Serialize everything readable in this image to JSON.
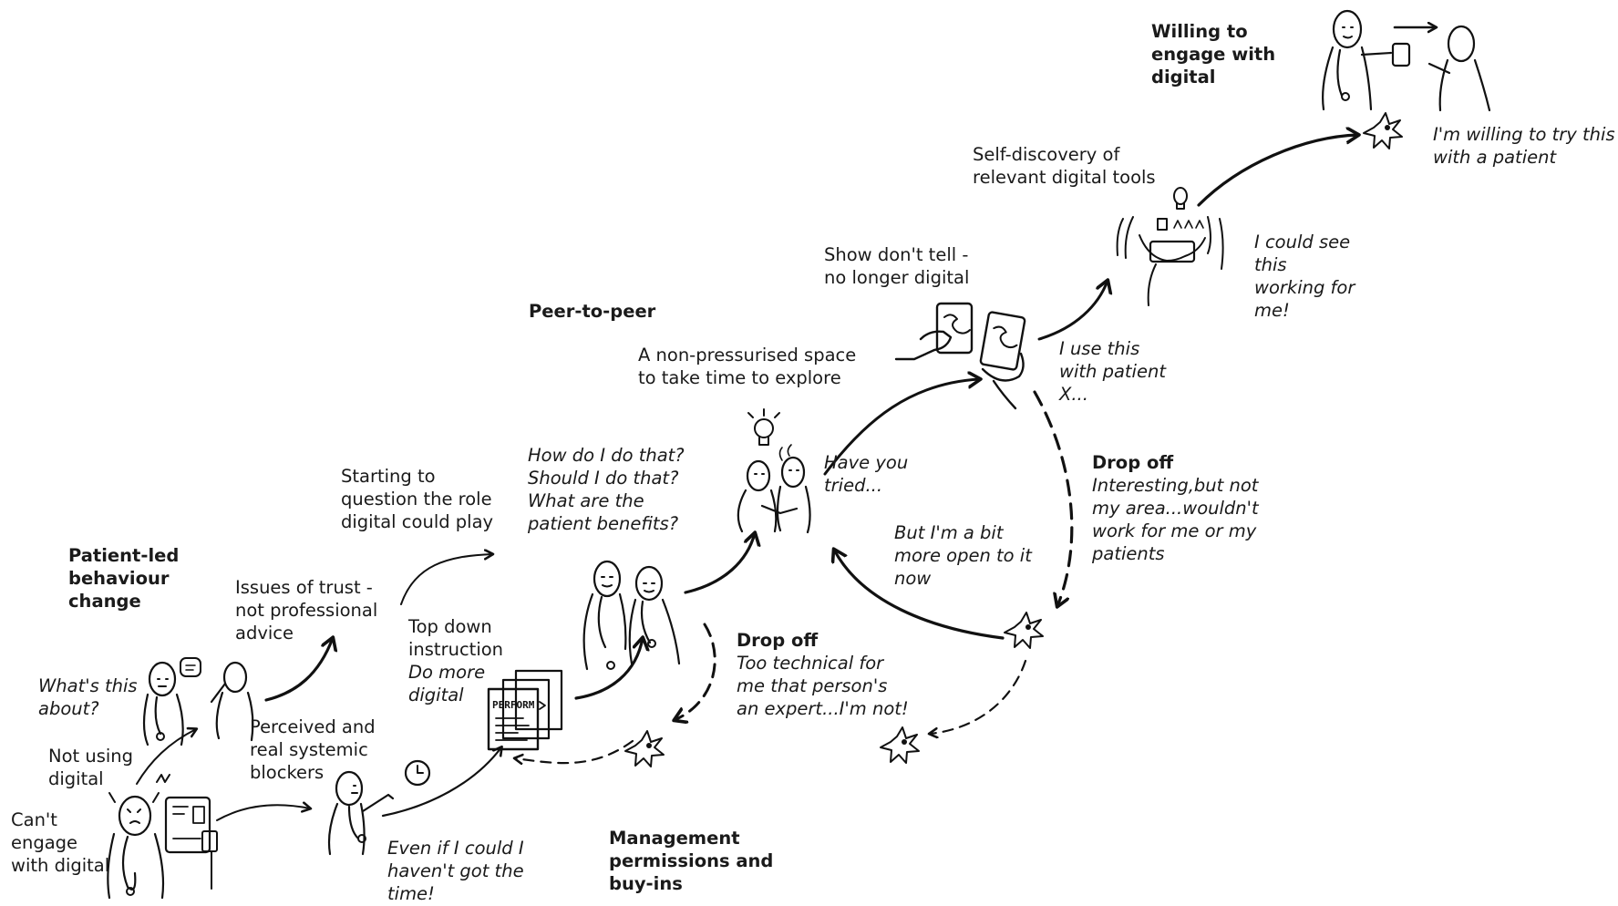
{
  "labels": {
    "willing_header": "Willing to\nengage with\ndigital",
    "willing_quote": "I'm willing to try this\nwith a patient",
    "self_discovery": "Self-discovery of\nrelevant digital tools",
    "see_working_quote": "I could see\nthis\nworking for\nme!",
    "show_dont_tell": "Show don't tell -\nno longer digital",
    "use_this_quote": "I use this\nwith patient\nX...",
    "peer_header": "Peer-to-peer",
    "non_pressurised": "A non-pressurised space\nto take time to explore",
    "how_do_quote": "How do I do that?\nShould I do that?\nWhat are the\npatient benefits?",
    "have_you_tried_quote": "Have you\ntried...",
    "drop_off_header_1": "Drop off",
    "drop_off_quote_1": "Interesting,but not\nmy area...wouldn't\nwork for me or my\npatients",
    "more_open_quote": "But I'm a bit\nmore open to it\nnow",
    "starting_question": "Starting to\nquestion the role\ndigital could play",
    "patient_led_header": "Patient-led\nbehaviour\nchange",
    "issues_trust": "Issues of trust -\nnot professional\nadvice",
    "top_down": "Top down\ninstruction",
    "do_more_digital_quote": "Do more\ndigital",
    "drop_off_header_2": "Drop off",
    "drop_off_quote_2": "Too technical for\nme that person's\nan expert...I'm not!",
    "whats_this_quote": "What's this\nabout?",
    "not_using": "Not using\ndigital",
    "perceived_blockers": "Perceived and\nreal systemic\nblockers",
    "cant_engage": "Can't\nengage\nwith digital",
    "even_if_quote": "Even if I could I\nhaven't got the\ntime!",
    "management_header": "Management\npermissions and\nbuy-ins"
  },
  "icons": {
    "phone_sketch": "phone-icon",
    "lightbulb": "lightbulb-icon",
    "clock": "clock-icon",
    "splat": "splat-icon",
    "document_stack": "document-stack-icon",
    "tablet_share": "tablet-share-icon",
    "inner_document_word": "PERFORM"
  }
}
